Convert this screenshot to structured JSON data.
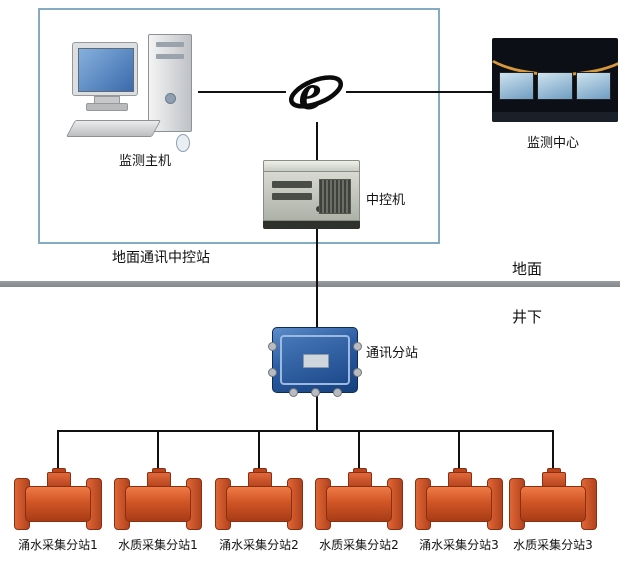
{
  "diagram": {
    "surface_station": {
      "label": "地面通讯中控站"
    },
    "host": {
      "label": "监测主机"
    },
    "internet_icon": {
      "name": "internet-e-icon"
    },
    "monitoring_center": {
      "label": "监测中心"
    },
    "controller": {
      "label": "中控机"
    },
    "substation": {
      "label": "通讯分站"
    },
    "zones": {
      "surface": "地面",
      "underground": "井下"
    },
    "devices": [
      {
        "label": "涌水采集分站1"
      },
      {
        "label": "水质采集分站1"
      },
      {
        "label": "涌水采集分站2"
      },
      {
        "label": "水质采集分站2"
      },
      {
        "label": "涌水采集分站3"
      },
      {
        "label": "水质采集分站3"
      }
    ],
    "colors": {
      "panel_border": "#85aac4",
      "divider_gray": "#8d9194",
      "junction_blue": "#2a5ca3",
      "device_orange": "#c8532b",
      "line_black": "#101010"
    }
  }
}
